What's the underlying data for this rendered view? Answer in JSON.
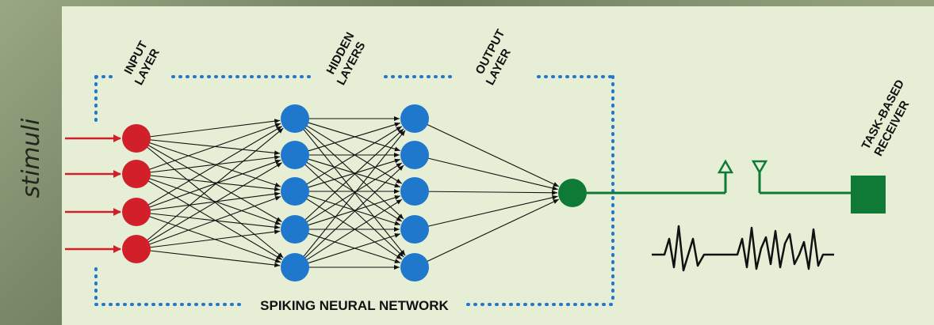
{
  "side_label": "stimuli",
  "labels": {
    "input_line1": "INPUT",
    "input_line2": "LAYER",
    "hidden_line1": "HIDDEN",
    "hidden_line2": "LAYERS",
    "output_line1": "OUTPUT",
    "output_line2": "LAYER",
    "receiver_line1": "TASK-BASED",
    "receiver_line2": "RECEIVER",
    "network": "SPIKING NEURAL NETWORK"
  },
  "colors": {
    "input_neuron": "#d2202b",
    "hidden_neuron": "#1f78cc",
    "output_neuron": "#0e7a35",
    "receiver": "#0e7a35",
    "stimulus_arrow": "#d2202b",
    "border_dots": "#1f78cc"
  },
  "layers": {
    "input_count": 4,
    "hidden1_count": 5,
    "hidden2_count": 5,
    "output_count": 1
  },
  "icons": {
    "transmit": "triangle-up-icon",
    "receive": "triangle-down-icon",
    "spike_train": "spike-train-icon"
  }
}
